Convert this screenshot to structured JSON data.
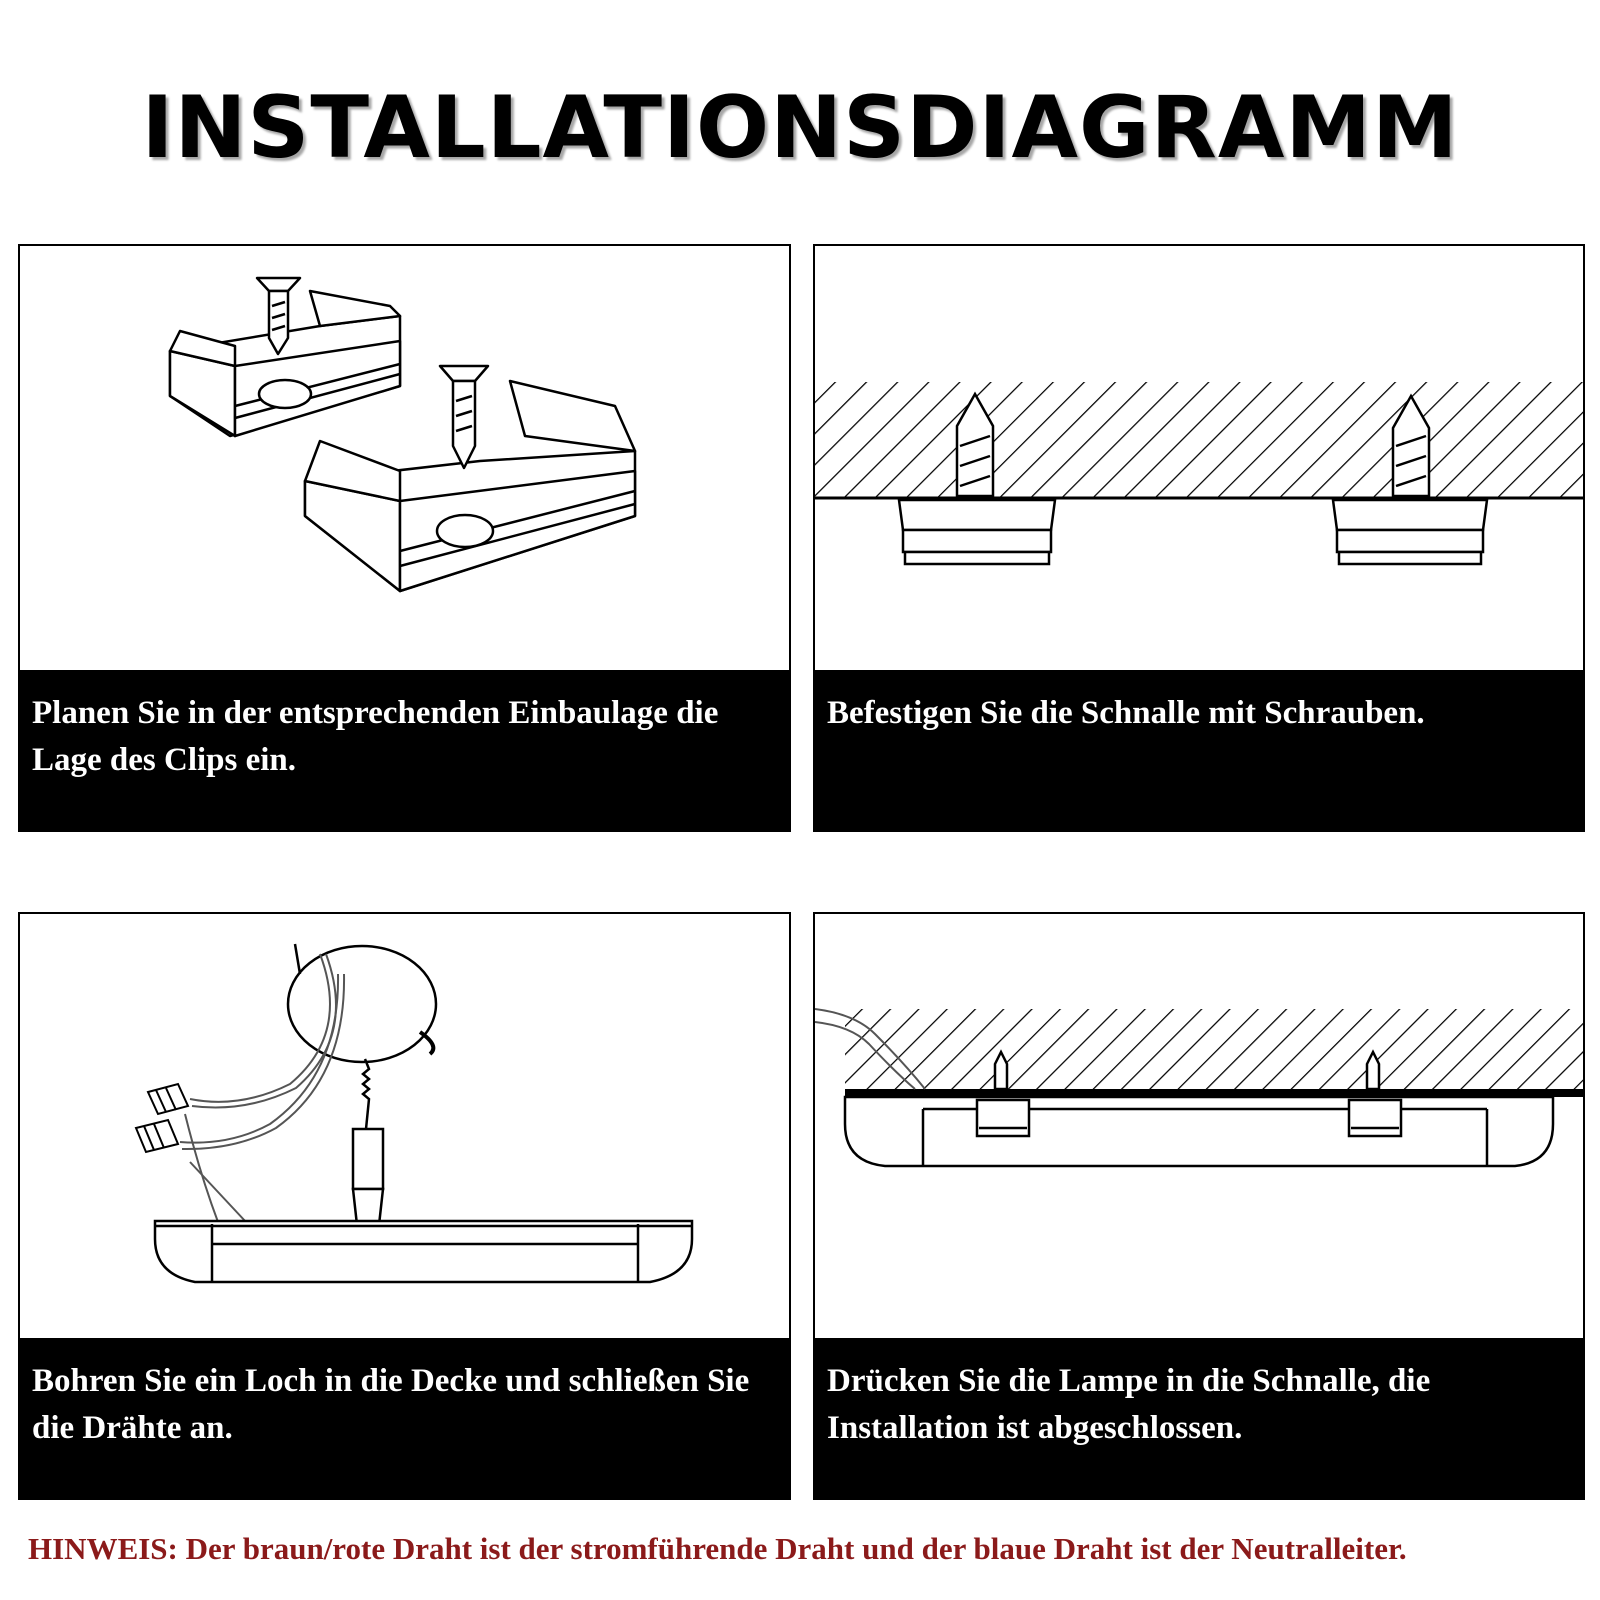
{
  "title": "INSTALLATIONSDIAGRAMM",
  "steps": [
    {
      "caption": "Planen Sie in der entsprechenden Einbaulage die Lage des Clips ein."
    },
    {
      "caption": "Befestigen Sie die Schnalle mit Schrauben."
    },
    {
      "caption": "Bohren Sie ein Loch in die Decke und schließen Sie die Drähte an."
    },
    {
      "caption": "Drücken Sie die Lampe in die Schnalle, die Installation ist abgeschlossen."
    }
  ],
  "note": "HINWEIS: Der braun/rote Draht ist der stromführende Draht und der blaue Draht ist der Neutralleiter.",
  "colors": {
    "note_text": "#8b1a1a",
    "caption_bg": "#000000",
    "caption_text": "#ffffff"
  }
}
